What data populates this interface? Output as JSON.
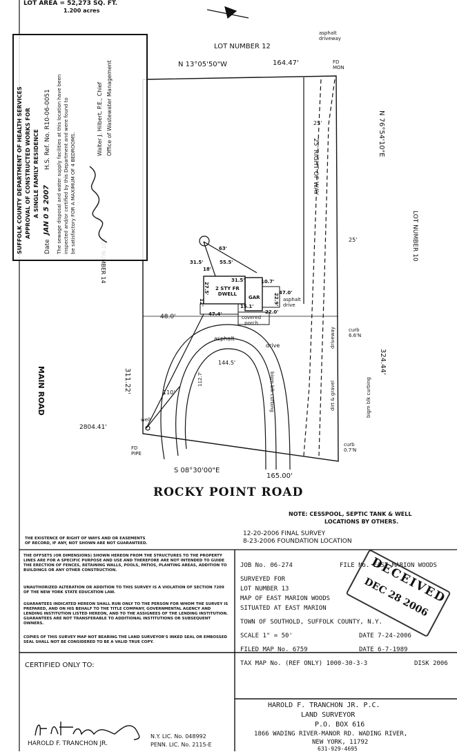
{
  "header": {
    "lot_area_line1": "LOT AREA = 52,273 SQ. FT.",
    "lot_area_line2": "1.200 acres"
  },
  "plan": {
    "lot_number_12": "LOT NUMBER 12",
    "north_bearing": "N 13°05'50\"W",
    "north_dist": "164.47'",
    "asphalt_driveway": [
      "asphalt",
      "driveway"
    ],
    "fd_mon": [
      "FD",
      "MON"
    ],
    "east_bearing": "N 76°54'10\"E",
    "lot_number_10": "LOT NUMBER 10",
    "east_dist": "324.44'",
    "row_25a": "25'",
    "row_label": "25' RIGHT OF WAY",
    "row_25b": "25'",
    "lot_number_14": "LOT NUMBER 14",
    "main_road": "MAIN ROAD",
    "west_dist": "311.22'",
    "road_dist": "2804.41'",
    "fd_pipe": [
      "FD",
      "PIPE"
    ],
    "south_bearing": "S 08°30'00\"E",
    "south_dist": "165.00'",
    "rocky_point": "ROCKY POINT ROAD",
    "dwelling": [
      "2 STY FR",
      "DWELL"
    ],
    "gar": "GAR",
    "asphalt_drive_small": [
      "asphalt",
      "drive"
    ],
    "covered_porch": [
      "covered",
      "porch"
    ],
    "dims": {
      "d63": "63'",
      "d31_5a": "31.5'",
      "d55_5": "55.5'",
      "d18": "18'",
      "d31_5b": "31.5'",
      "d10_7": "10.7'",
      "d47_0": "47.0'",
      "d27_5": "27.5'",
      "d22_9": "22.9'",
      "d15_1": "15.1'",
      "d22_0": "22.0'",
      "d47_4": "47.4'",
      "d12": "12'",
      "d48_0": "48.0'",
      "d144_5": "144.5'",
      "d110": "110'",
      "d112_7": "112.7'"
    },
    "asphalt_drive": [
      "asphalt",
      "drive"
    ],
    "bigm_curb": "bigm blk curbing",
    "dirt_gravel": "dirt & gravel",
    "driveway_v": "driveway",
    "curb1": [
      "curb",
      "6.6'N"
    ],
    "curb2": [
      "curb",
      "0.7'N"
    ],
    "well": "well"
  },
  "stamp": {
    "agency": "SUFFOLK COUNTY DEPARTMENT OF HEALTH SERVICES",
    "title1": "APPROVAL OF CONSTRUCTED WORKS FOR",
    "title2": "A SINGLE FAMILY RESIDENCE",
    "date_label": "Date",
    "date_value": "JAN 0 5 2007",
    "hs_ref": "H.S. Ref. No. R10-06-0051",
    "body": [
      "The sewage disposal and water supply facilities at this location have been",
      "inspected and/or certified by this Department and were found to",
      "be satisfactory FOR A MAXIMUM OF 4 BEDROOMS."
    ],
    "signer": "Walter J. Hilbert, P.E., Chief",
    "office": "Office of Wastewater Management"
  },
  "notes": {
    "note": [
      "NOTE: CESSPOOL, SEPTIC TANK & WELL",
      "LOCATIONS BY OTHERS."
    ],
    "final_survey": "12-20-2006 FINAL SURVEY",
    "foundation": "8-23-2006 FOUNDATION LOCATION",
    "easements": [
      "THE EXISTENCE OF RIGHT OF WAYS AND OR EASEMENTS",
      "OF RECORD, IF ANY, NOT SHOWN ARE NOT GUARANTEED."
    ]
  },
  "disclaimers": [
    "THE OFFSETS (OR DIMENSIONS) SHOWN HEREON FROM THE STRUCTURES TO THE PROPERTY LINES ARE FOR A SPECIFIC PURPOSE AND USE AND THEREFORE ARE NOT INTENDED TO GUIDE THE ERECTION OF FENCES, RETAINING WALLS, POOLS, PATIOS, PLANTING AREAS, ADDITION TO BUILDINGS OR ANY OTHER CONSTRUCTION.",
    "UNAUTHORIZED ALTERATION OR ADDITION TO THIS SURVEY IS A VIOLATION OF SECTION 7209 OF THE NEW YORK STATE EDUCATION LAW.",
    "GUARANTEES INDICATED HEREON SHALL RUN ONLY TO THE PERSON FOR WHOM THE SURVEY IS PREPARED, AND ON HIS BEHALF TO THE TITLE COMPANY, GOVERNMENTAL AGENCY AND LENDING INSTITUTION LISTED HEREON, AND TO THE ASSIGNEES OF THE LENDING INSTITUTION. GUARANTEES ARE NOT TRANSFERABLE TO ADDITIONAL INSTITUTIONS OR SUBSEQUENT OWNERS.",
    "COPIES OF THIS SURVEY MAP NOT BEARING THE LAND SURVEYOR'S INKED SEAL OR EMBOSSED SEAL SHALL NOT BE CONSIDERED TO BE A VALID TRUE COPY."
  ],
  "job": {
    "job_no": "JOB No. 06-274",
    "file_no": "FILE No. EAST MARION WOODS",
    "surveyed_for": "SURVEYED FOR",
    "lot13": "LOT NUMBER 13",
    "map_of": "MAP OF EAST MARION WOODS",
    "situated": "SITUATED AT EAST MARION",
    "town": "TOWN OF SOUTHOLD, SUFFOLK COUNTY, N.Y.",
    "scale": "SCALE 1\" = 50'",
    "date1": "DATE 7-24-2006",
    "filed_map": "FILED MAP No. 6759",
    "date2": "DATE 6-7-1989",
    "tax_map": "TAX MAP No. (REF ONLY) 1000-30-3-3",
    "disk": "DISK 2006"
  },
  "received": {
    "word": "DECEIVED",
    "date": "DEC 28 2006"
  },
  "certified": "CERTIFIED ONLY TO:",
  "surveyor": {
    "sig_name": "HAROLD F. TRANCHON JR.",
    "ny_lic": "N.Y. LIC. No. 048992",
    "penn_lic": "PENN. LIC. No. 2115-E",
    "firm": "HAROLD F. TRANCHON JR. P.C.",
    "title": "LAND SURVEYOR",
    "po": "P.O. BOX 616",
    "addr1": "1866 WADING RIVER-MANOR RD. WADING RIVER,",
    "addr2": "NEW YORK, 11792",
    "phone": "631-929-4695"
  }
}
